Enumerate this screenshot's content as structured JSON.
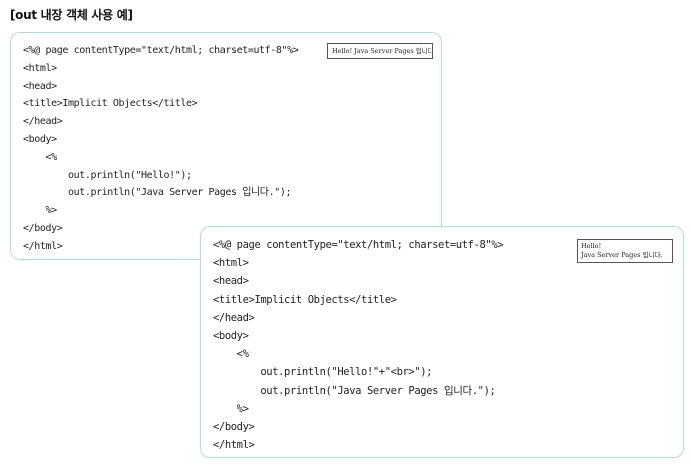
{
  "title": "[out 내장 객체 사용 예]",
  "example1": {
    "code": [
      "<%@ page contentType=\"text/html; charset=utf-8\"%>",
      "<html>",
      "<head>",
      "<title>Implicit Objects</title>",
      "</head>",
      "<body>",
      "    <%",
      "        out.println(\"Hello!\");",
      "        out.println(\"Java Server Pages 입니다.\");",
      "    %>",
      "</body>",
      "</html>"
    ],
    "output": [
      "Hello! Java Server Pages 입니다."
    ]
  },
  "example2": {
    "code": [
      "<%@ page contentType=\"text/html; charset=utf-8\"%>",
      "<html>",
      "<head>",
      "<title>Implicit Objects</title>",
      "</head>",
      "<body>",
      "    <%",
      "        out.println(\"Hello!\"+\"<br>\");",
      "        out.println(\"Java Server Pages 입니다.\");",
      "    %>",
      "</body>",
      "</html>"
    ],
    "output": [
      "Hello!",
      "Java Server Pages 입니다."
    ]
  },
  "colors": {
    "panel_border": "#b5dcd9",
    "text": "#222222"
  }
}
